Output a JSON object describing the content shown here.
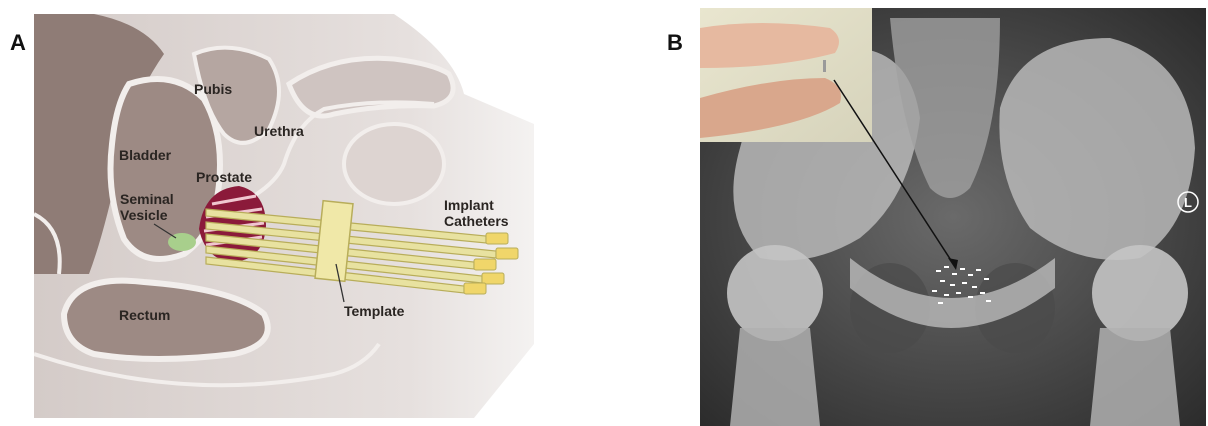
{
  "panels": {
    "a": {
      "letter": "A",
      "labels": {
        "pubis": "Pubis",
        "urethra": "Urethra",
        "bladder": "Bladder",
        "prostate": "Prostate",
        "seminal_line1": "Seminal",
        "seminal_line2": "Vesicle",
        "implant_line1": "Implant",
        "implant_line2": "Catheters",
        "rectum": "Rectum",
        "template": "Template"
      }
    },
    "b": {
      "letter": "B",
      "orientation_marker": "L"
    }
  },
  "colors": {
    "tissue": "#d8cfcc",
    "organ": "#a8968f",
    "prostate": "#8b1a3a",
    "vesicle": "#a8cf8c",
    "catheter": "#e8e2a0",
    "template": "#f0e8a8"
  }
}
